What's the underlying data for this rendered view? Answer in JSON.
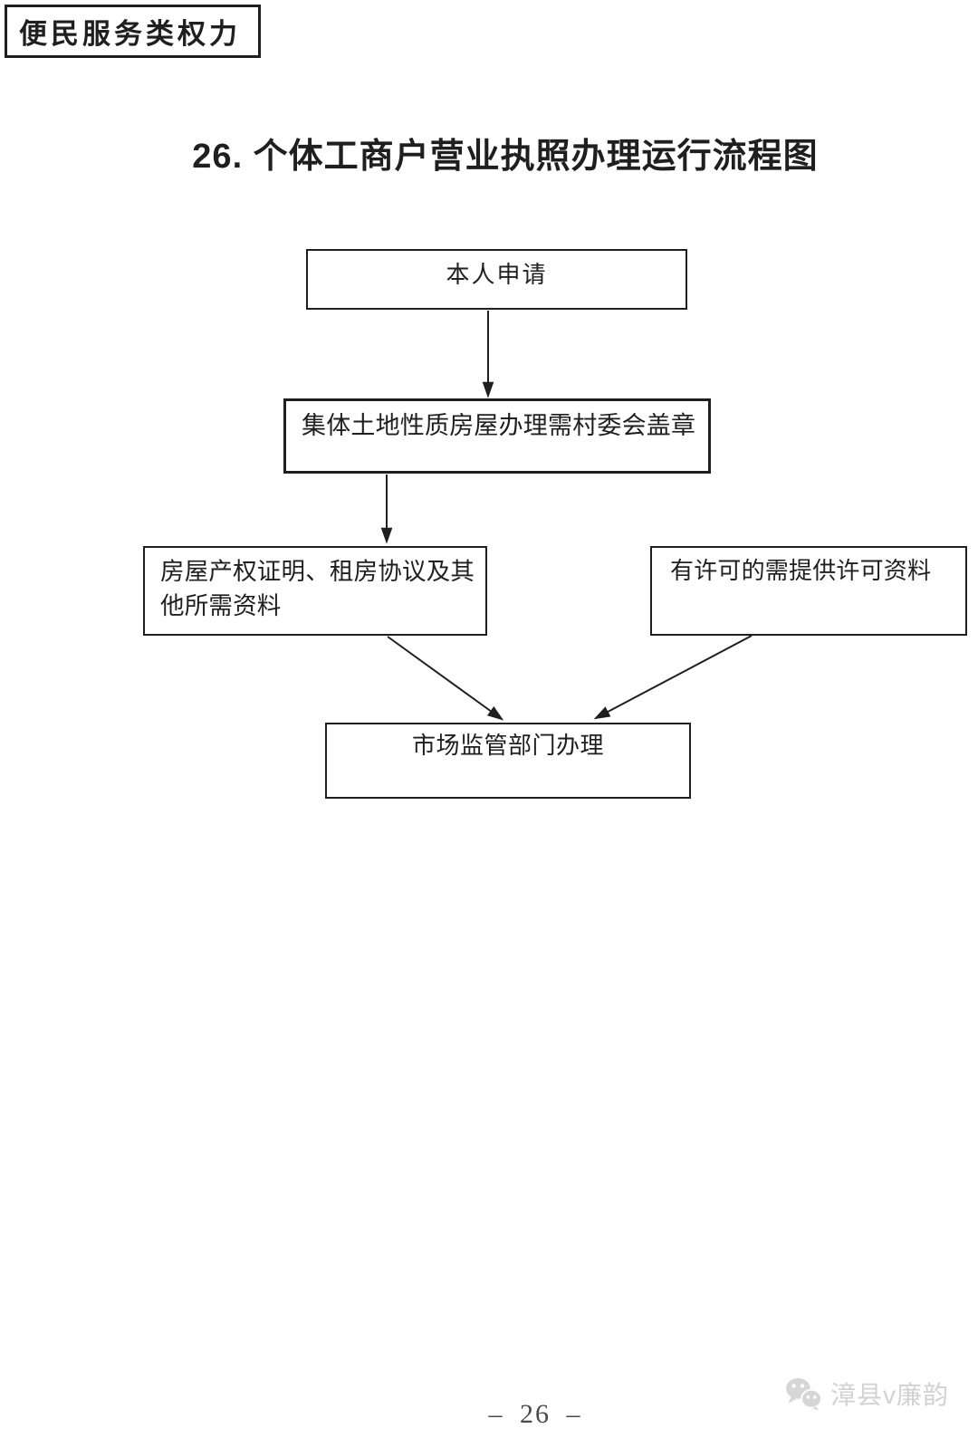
{
  "header": {
    "category_tag": "便民服务类权力",
    "title": "26. 个体工商户营业执照办理运行流程图"
  },
  "flowchart": {
    "nodes": [
      {
        "id": "applicant",
        "label": "本人申请"
      },
      {
        "id": "village-committee-seal",
        "label": "集体土地性质房屋办理需村委会盖章"
      },
      {
        "id": "property-documents",
        "label": "房屋产权证明、租房协议及其他所需资料"
      },
      {
        "id": "license-documents",
        "label": "有许可的需提供许可资料"
      },
      {
        "id": "market-supervision",
        "label": "市场监管部门办理"
      }
    ],
    "edges": [
      {
        "from": "applicant",
        "to": "village-committee-seal"
      },
      {
        "from": "village-committee-seal",
        "to": "property-documents"
      },
      {
        "from": "property-documents",
        "to": "market-supervision"
      },
      {
        "from": "license-documents",
        "to": "market-supervision"
      }
    ]
  },
  "footer": {
    "page_number": "– 26 –",
    "watermark": {
      "icon": "wechat-icon",
      "text": "漳县v廉韵"
    }
  },
  "colors": {
    "ink": "#1f1f1f",
    "watermark": "#d2d2d2",
    "background": "#ffffff"
  }
}
